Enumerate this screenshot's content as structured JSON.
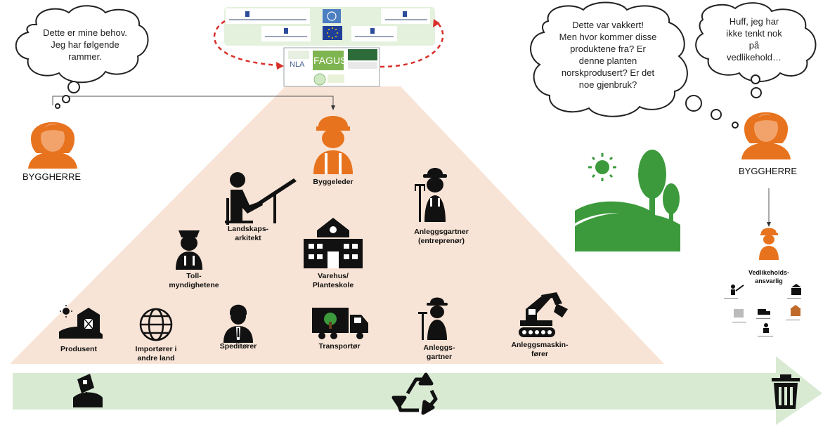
{
  "bubbles": {
    "client_left": [
      "Dette er mine behov.",
      "Jeg har følgende",
      "rammer."
    ],
    "visitor": [
      "Dette var vakkert!",
      "Men hvor kommer disse",
      "produktene fra? Er",
      "denne planten",
      "norskprodusert? Er det",
      "noe gjenbruk?"
    ],
    "client_right": [
      "Huff, jeg har",
      "ikke tenkt nok",
      "på",
      "vedlikehold…"
    ]
  },
  "labels": {
    "byggherre_left": "BYGGHERRE",
    "byggherre_right": "BYGGHERRE",
    "byggeleder": "Byggeleder",
    "landskapsarkitekt": [
      "Landskaps-",
      "arkitekt"
    ],
    "anleggsgartner_entreprenor": [
      "Anleggsgartner",
      "(entreprenør)"
    ],
    "tollmyndighetene": [
      "Toll-",
      "myndighetene"
    ],
    "varehus": [
      "Varehus/",
      "Planteskole"
    ],
    "produsent": "Produsent",
    "importorer": [
      "Importører i",
      "andre land"
    ],
    "speditorer": "Speditører",
    "transportor": "Transportør",
    "anleggsgartner": [
      "Anleggs-",
      "gartner"
    ],
    "anleggsmaskinforer": [
      "Anleggsmaskin-",
      "fører"
    ],
    "vedlikeholdsansvarlig": [
      "Vedlikeholds-",
      "ansvarlig"
    ]
  },
  "logos": {
    "nla": "NLA",
    "fagus": "FAGUS"
  },
  "colors": {
    "orange": "#E8731E",
    "green": "#3C9A3C",
    "pyramid": "#F8E4D6",
    "arrow_band": "#D9EAD3",
    "red_dashed": "#D9302A",
    "black": "#111111"
  },
  "icons": [
    "woman-icon",
    "worker-icon",
    "architect-icon",
    "gardener-icon",
    "police-icon",
    "warehouse-icon",
    "farm-icon",
    "globe-icon",
    "businessman-icon",
    "truck-icon",
    "excavator-icon",
    "landscape-icon",
    "recycle-icon",
    "trash-icon",
    "soil-icon"
  ]
}
